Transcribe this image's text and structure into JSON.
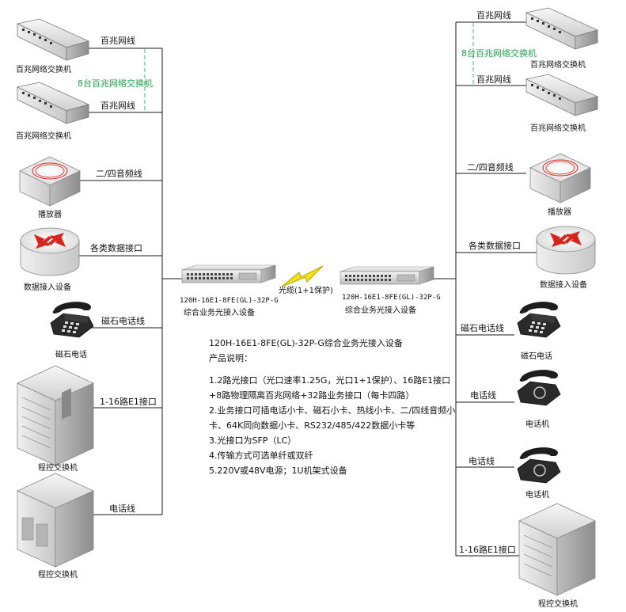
{
  "left_labels": {
    "switch1_line": "百兆网线",
    "switch1_name": "百兆网络交换机",
    "switches_note": "8台百兆网络交换机",
    "switch2_line": "百兆网线",
    "switch2_name": "百兆网络交换机",
    "player_line": "二/四音频线",
    "player_name": "播放器",
    "data_line": "各类数据接口",
    "data_name": "数据接入设备",
    "magneto_line": "磁石电话线",
    "magneto_name": "磁石电话",
    "pbx1_line": "1-16路E1接口",
    "pbx1_name": "程控交换机",
    "pbx2_line": "电话线",
    "pbx2_name": "程控交换机"
  },
  "right_labels": {
    "switch1_line": "百兆网线",
    "switches_note": "8台百兆网络交换机",
    "switch1_name": "百兆网络交换机",
    "switch2_line": "百兆网线",
    "switch2_name": "百兆网络交换机",
    "player_line": "二/四音频线",
    "player_name": "播放器",
    "data_line": "各类数据接口",
    "data_name": "数据接入设备",
    "magneto_line": "磁石电话线",
    "magneto_name": "磁石电话",
    "phone1_line": "电话线",
    "phone1_name": "电话机",
    "phone2_line": "电话线",
    "phone2_name": "电话机",
    "pbx_line": "1-16路E1接口",
    "pbx_name": "程控交换机"
  },
  "center": {
    "left_model": "120H-16E1-8FE(GL)-32P-G",
    "left_caption": "综合业务光接入设备",
    "right_model": "120H-16E1-8FE(GL)-32P-G",
    "right_caption": "综合业务光接入设备",
    "link_label": "光缆(1+1保护)"
  },
  "description": {
    "title": "120H-16E1-8FE(GL)-32P-G综合业务光接入设备",
    "subtitle": "产品说明：",
    "items": [
      "1.2路光接口（光口速率1.25G，光口1+1保护）、16路E1接口+8路物理隔离百兆网络+32路业务接口（每卡四路）",
      "2.业务接口可插电话小卡、磁石小卡、热线小卡、二/四线音频小卡、64K同向数据小卡、RS232/485/422数据小卡等",
      "3.光接口为SFP（LC）",
      "4.传输方式可选单纤或双纤",
      "5.220V或48V电源；1U机架式设备"
    ]
  },
  "colors": {
    "line": "#1a1a1a",
    "note_green": "#22a04a",
    "dash_green": "#3bbf6a",
    "bolt": "#f2e21a",
    "bolt_stroke": "#b8a100",
    "phone_black": "#1e1e1e",
    "router_red": "#d7261e"
  }
}
